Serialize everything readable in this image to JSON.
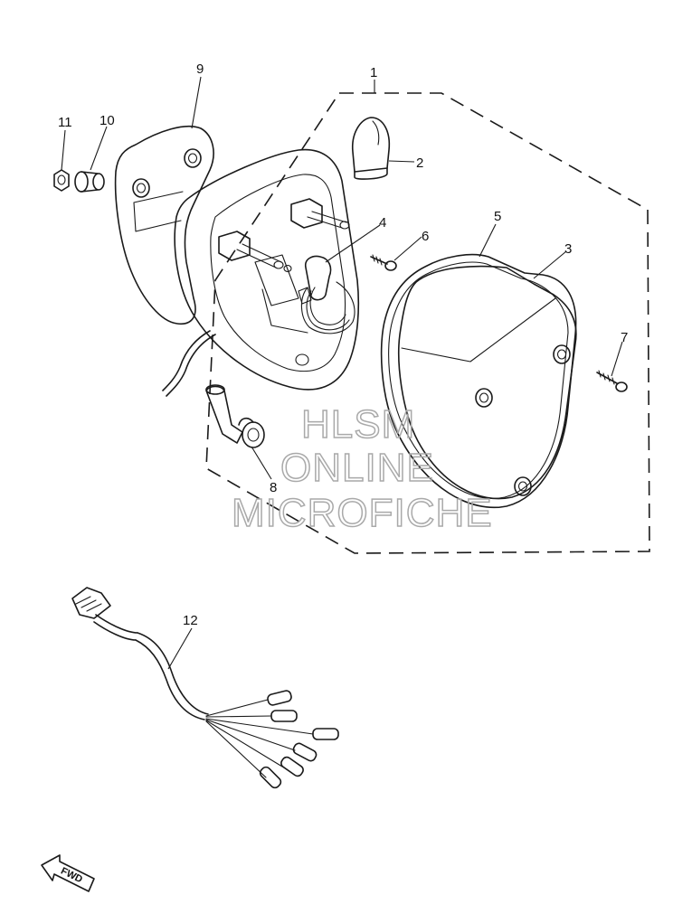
{
  "callouts": [
    "1",
    "2",
    "3",
    "4",
    "5",
    "6",
    "7",
    "8",
    "9",
    "10",
    "11",
    "12"
  ],
  "watermark": {
    "line1": "HLSM",
    "line2": "ONLINE",
    "line3": "MICROFICHE"
  },
  "direction_marker": "FWD"
}
